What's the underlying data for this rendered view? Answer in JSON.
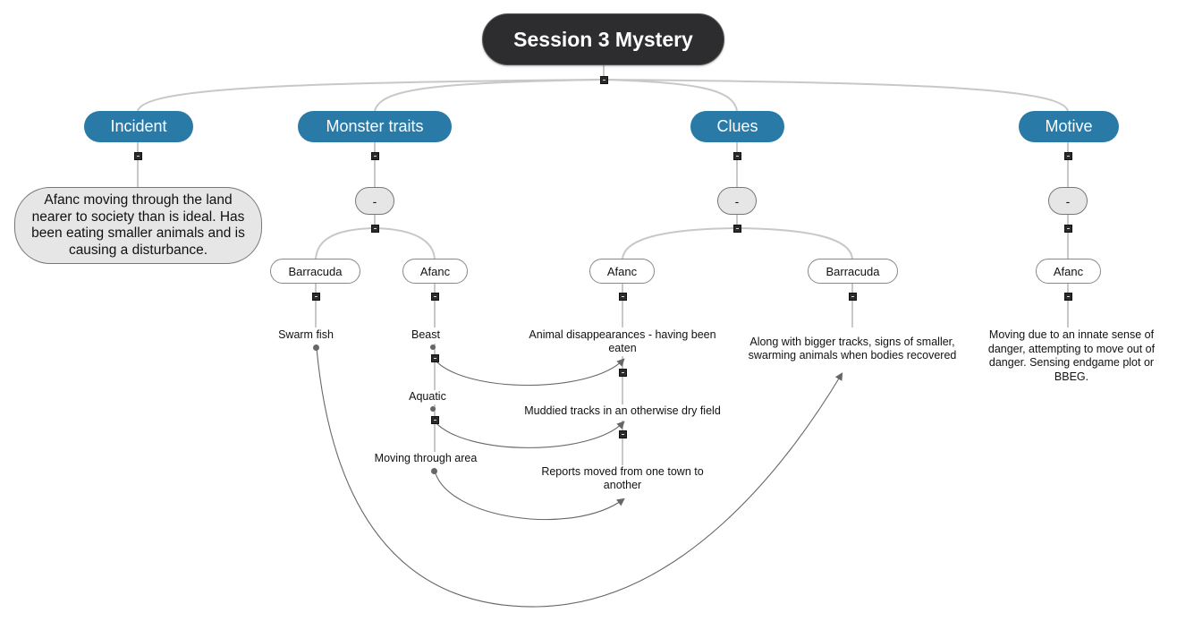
{
  "root": {
    "label": "Session 3 Mystery"
  },
  "branches": {
    "incident": {
      "label": "Incident",
      "detail": "Afanc moving through the land nearer to society than is ideal. Has been eating smaller animals and is causing a disturbance."
    },
    "monster_traits": {
      "label": "Monster traits",
      "group_label": "-",
      "children": [
        {
          "label": "Barracuda",
          "items": [
            "Swarm fish"
          ]
        },
        {
          "label": "Afanc",
          "items": [
            "Beast",
            "Aquatic",
            "Moving through area"
          ]
        }
      ]
    },
    "clues": {
      "label": "Clues",
      "group_label": "-",
      "children": [
        {
          "label": "Afanc",
          "items": [
            "Animal disappearances - having been eaten",
            "Muddied tracks in an otherwise dry field",
            "Reports moved from one town to another"
          ]
        },
        {
          "label": "Barracuda",
          "items": [
            "Along with bigger tracks, signs of smaller, swarming animals when bodies recovered"
          ]
        }
      ]
    },
    "motive": {
      "label": "Motive",
      "group_label": "-",
      "children": [
        {
          "label": "Afanc",
          "items": [
            "Moving due to an innate sense of danger, attempting to move out of danger. Sensing endgame plot or BBEG."
          ]
        }
      ]
    }
  },
  "relationships": [
    {
      "from": "Swarm fish",
      "to": "Along with bigger tracks, signs of smaller, swarming animals when bodies recovered"
    },
    {
      "from": "Beast",
      "to": "Animal disappearances - having been eaten"
    },
    {
      "from": "Aquatic",
      "to": "Muddied tracks in an otherwise dry field"
    },
    {
      "from": "Moving through area",
      "to": "Reports moved from one town to another"
    }
  ],
  "colors": {
    "root_bg": "#2d2d30",
    "main_topic_bg": "#2a7aa8",
    "connector": "#c8c8c8",
    "relationship": "#666666"
  }
}
